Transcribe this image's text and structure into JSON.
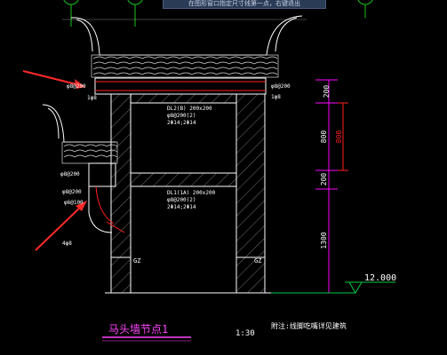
{
  "app": {
    "title": "马头墙节点1 CAD drawing"
  },
  "status": {
    "tooltip": "在图形窗口指定尺寸线第一点，右键退出"
  },
  "axis_bubbles": [
    "",
    "",
    ""
  ],
  "drawing": {
    "title": "马头墙节点1",
    "scale": "1:30",
    "note": "附注:线脚吃嘴详见建筑",
    "elevation": "12.000",
    "beams": [
      {
        "id": "DL2(B) 200x200",
        "stirrup": "φ8@200(2)",
        "bars": "2Φ14;2Φ14"
      },
      {
        "id": "DL1(1A) 200x200",
        "stirrup": "φ8@200(2)",
        "bars": "2Φ14;2Φ14"
      }
    ],
    "labels": {
      "top_left_rebar": "φ8@200",
      "top_right_rebar": "φ8@200",
      "mid_left_rebar": "φ8@200",
      "lower_left_rebar": "φ8@200",
      "curve_rebar": "φ6@100",
      "phi8_a": "1φ8",
      "phi8_b": "1φ8",
      "phi8_c": "4φ8",
      "gz_left": "GZ",
      "gz_right": "GZ"
    },
    "dimensions": [
      "200",
      "800",
      "200",
      "1300"
    ],
    "dim_red": "800"
  },
  "colors": {
    "background": "#000000",
    "structure": "#ffffff",
    "dimension": "#ff00ff",
    "rebar": "#ff2020",
    "arrow": "#ff2a2a",
    "level": "#00cc44"
  }
}
